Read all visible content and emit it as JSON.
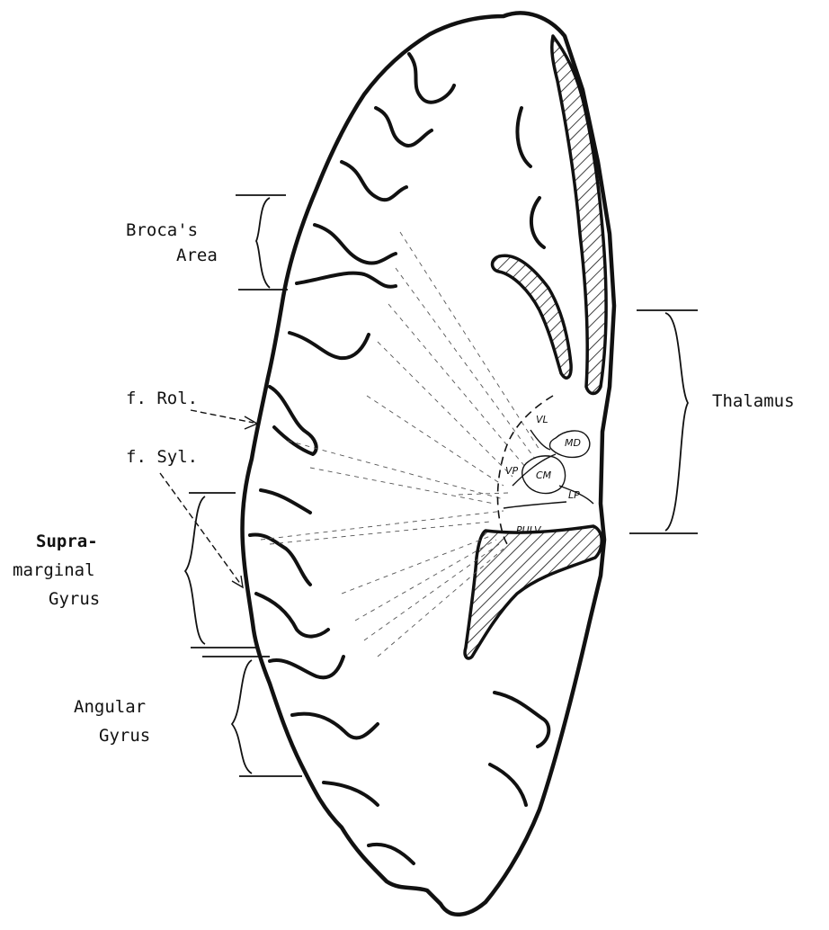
{
  "labels": {
    "broca_line1": "Broca's",
    "broca_line2": "Area",
    "thalamus": "Thalamus",
    "f_rol": "f. Rol.",
    "f_syl": "f. Syl.",
    "supra_line1": "Supra-",
    "supra_line2": "marginal",
    "supra_line3": "Gyrus",
    "angular_line1": "Angular",
    "angular_line2": "Gyrus"
  },
  "nuclei": {
    "vl": "VL",
    "md": "MD",
    "vp": "VP",
    "cm": "CM",
    "lp": "LP",
    "pulv": "PULV."
  },
  "colors": {
    "ink": "#111111",
    "paper": "#ffffff"
  }
}
